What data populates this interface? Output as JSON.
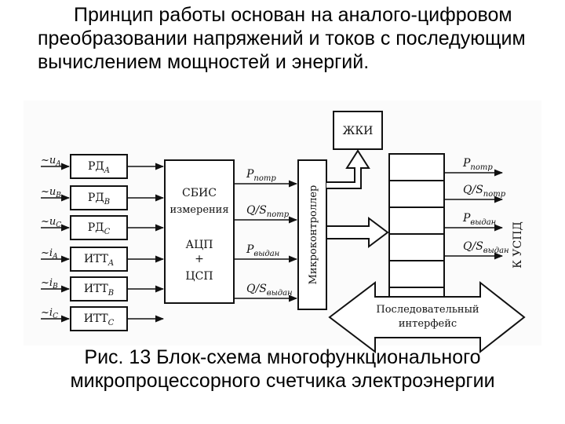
{
  "intro_text": "Принцип работы основан на аналого-цифровом преобразовании напряжений и токов с последующим вычислением мощностей и энергий.",
  "caption": {
    "line1": "Рис. 13 Блок-схема многофункционального",
    "line2": "микропроцессорного счетчика электроэнергии"
  },
  "inputs": [
    {
      "prefix": "~",
      "var": "u",
      "sub": "A"
    },
    {
      "prefix": "~",
      "var": "u",
      "sub": "B"
    },
    {
      "prefix": "~",
      "var": "u",
      "sub": "C"
    },
    {
      "prefix": "~",
      "var": "i",
      "sub": "A"
    },
    {
      "prefix": "~",
      "var": "i",
      "sub": "B"
    },
    {
      "prefix": "~",
      "var": "i",
      "sub": "C"
    }
  ],
  "sensors": [
    {
      "main": "РД",
      "sub": "A"
    },
    {
      "main": "РД",
      "sub": "B"
    },
    {
      "main": "РД",
      "sub": "C"
    },
    {
      "main": "ИТТ",
      "sub": "A"
    },
    {
      "main": "ИТТ",
      "sub": "B"
    },
    {
      "main": "ИТТ",
      "sub": "C"
    }
  ],
  "sbis": {
    "line1": "СБИС",
    "line2": "измерения",
    "line3": "АЦП",
    "line4": "+",
    "line5": "ЦСП"
  },
  "signals": [
    {
      "main": "P",
      "sub": "потр"
    },
    {
      "main": "Q/S",
      "sub": "потр"
    },
    {
      "main": "P",
      "sub": "выдан"
    },
    {
      "main": "Q/S",
      "sub": "выдан"
    }
  ],
  "microcontroller": "Микроконтроллер",
  "display": "ЖКИ",
  "serial_interface": {
    "line1": "Последовательный",
    "line2": "интерфейс"
  },
  "output_label": "К УСПД"
}
